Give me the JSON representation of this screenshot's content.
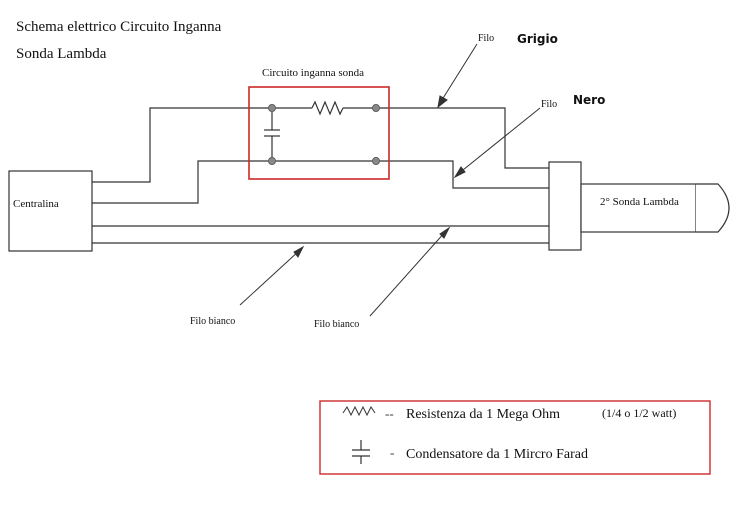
{
  "title": {
    "line1": "Schema elettrico Circuito Inganna",
    "line2": "Sonda Lambda"
  },
  "circuit": {
    "label": "Circuito inganna sonda",
    "box_color": "#cc2a2a"
  },
  "components": {
    "ecu_label": "Centralina",
    "sensor_label": "2° Sonda Lambda"
  },
  "wires": {
    "grey": {
      "prefix": "Filo",
      "color_name": "Grigio"
    },
    "black": {
      "prefix": "Filo",
      "color_name": "Nero"
    },
    "white_1": "Filo bianco",
    "white_2": "Filo bianco"
  },
  "legend": {
    "resistor_symbol": "--",
    "resistor_text": "Resistenza da 1 Mega Ohm",
    "resistor_note": "(1/4 o 1/2 watt)",
    "capacitor_symbol": "-",
    "capacitor_text": "Condensatore da 1 Mircro Farad",
    "border_color": "#cc2a2a"
  }
}
